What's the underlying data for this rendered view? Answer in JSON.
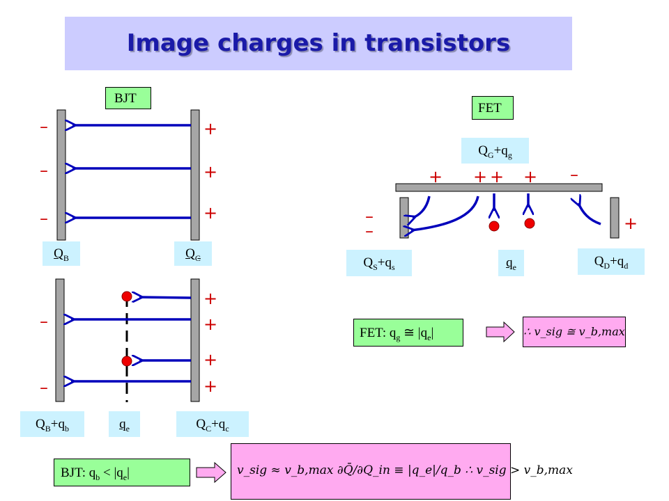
{
  "title": "Image charges in transistors",
  "bjt": {
    "label": "BJT",
    "minus_sign": "–",
    "plus_sign": "+",
    "qb_main": "Q",
    "qb_sub": "B",
    "qc_main": "Q",
    "qc_sub": "C",
    "qbqb_main": "Q",
    "qbqb_sub": "B",
    "qbqb_plus": "+q",
    "qbqb_sub2": "b",
    "qe_main": "q",
    "qe_sub": "e",
    "qcqc_main": "Q",
    "qcqc_sub": "C",
    "qcqc_plus": "+q",
    "qcqc_sub2": "c",
    "relation": "BJT:  q",
    "relation_sub": "b",
    "relation_rest": " < |q",
    "relation_sub2": "e",
    "relation_end": "|"
  },
  "fet": {
    "label": "FET",
    "qg_main": "Q",
    "qg_sub": "G",
    "qg_plus": "+q",
    "qg_sub2": "g",
    "qs_main": "Q",
    "qs_sub": "S",
    "qs_plus": "+q",
    "qs_sub2": "s",
    "qe_main": "q",
    "qe_sub": "e",
    "qd_main": "Q",
    "qd_sub": "D",
    "qd_plus": "+q",
    "qd_sub2": "d",
    "relation": "FET:  q",
    "relation_sub": "g",
    "relation_rest": " ≅ |q",
    "relation_sub2": "e",
    "relation_end": "|",
    "result": "∴ v_sig ≅ v_b,max"
  },
  "bjt_result": "v_sig ≈ v_b,max ∂Q̄/∂Q_in ≡ |q_e|/q_b   ∴ v_sig > v_b,max",
  "colors": {
    "arrow": "#0000bb",
    "sign": "#cc0000",
    "charge": "#ee0000",
    "plate": "#a6a6a6",
    "label_green": "#99ff99",
    "label_cyan": "#ccf2ff",
    "label_pink": "#ffaaf0"
  }
}
